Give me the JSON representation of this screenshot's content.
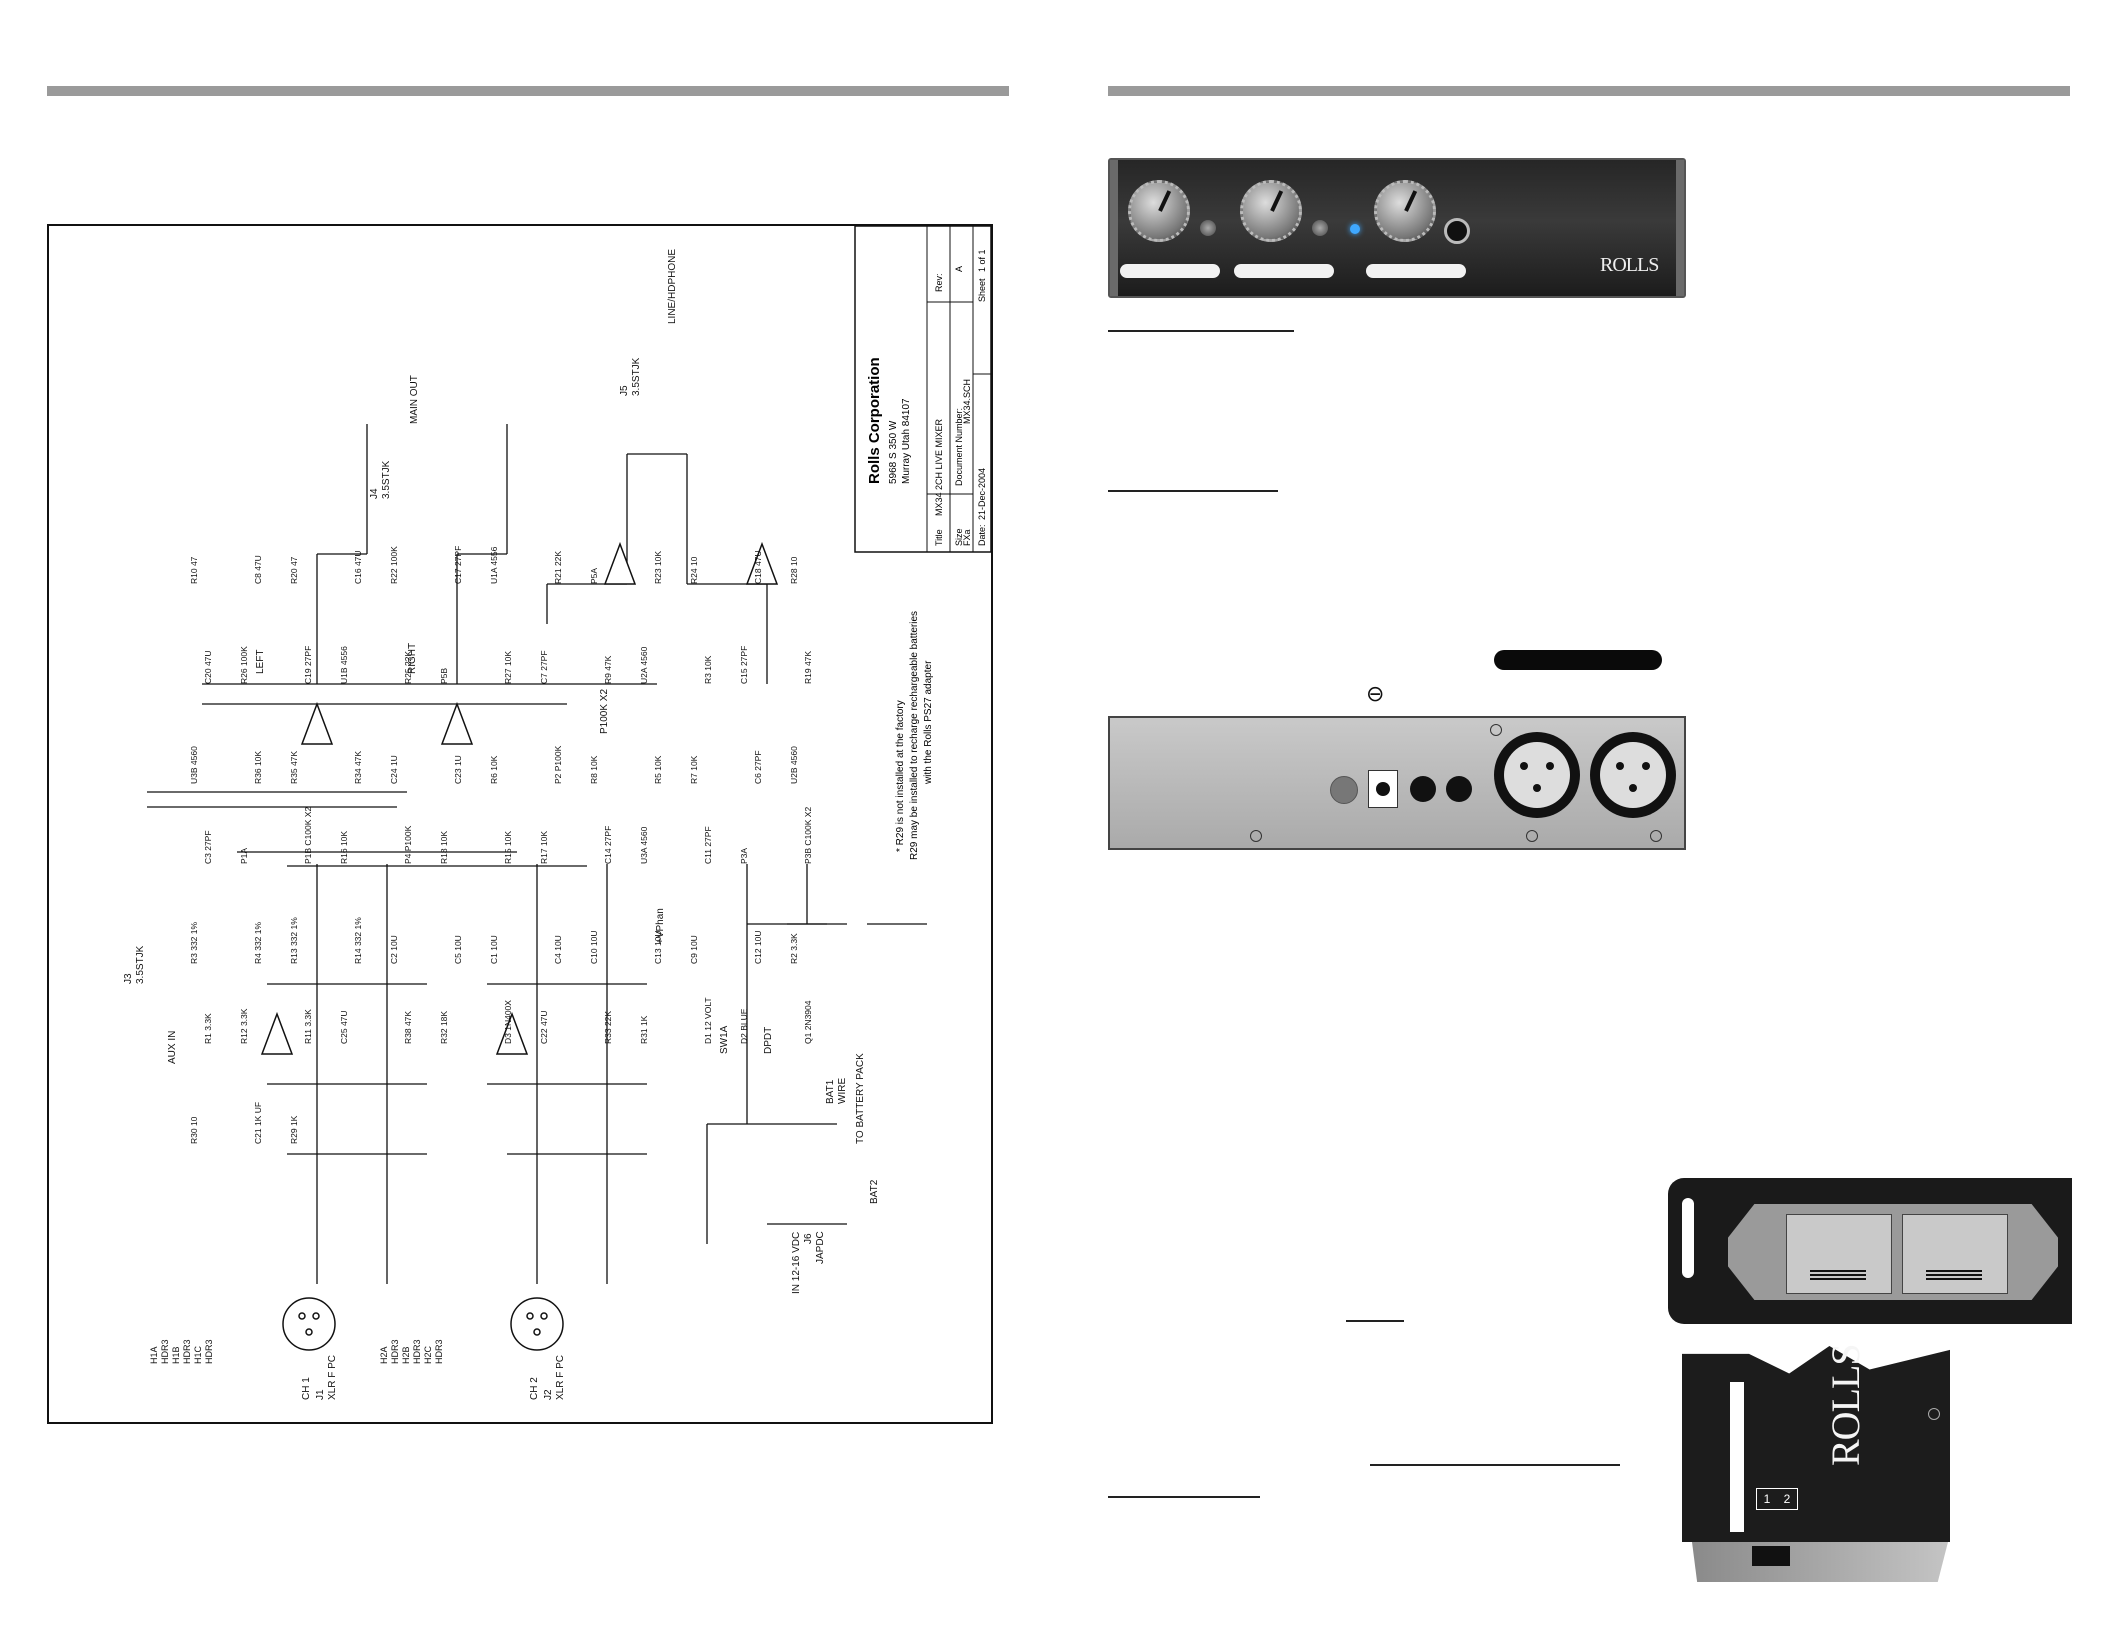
{
  "title_block": {
    "company": "Rolls Corporation",
    "address1": "5968 S 350 W",
    "address2": "Murray Utah  84107",
    "title_label": "Title",
    "title_value": "MX34 2CH LIVE MIXER",
    "size_label": "Size",
    "size_value": "FXa",
    "docnum_label": "Document Number:",
    "docnum_value": "MX34.SCH",
    "rev_label": "Rev:",
    "rev_value": "A",
    "date_label": "Date:",
    "date_value": "21-Dec-2004",
    "sheet_label": "Sheet",
    "sheet_value": "1  of  1"
  },
  "schematic_notes": {
    "note1": "*  R29 is not installed at the factory",
    "note2": "R29 may be installed to recharge rechargeable batteries",
    "note3": "with the Rolls PS27 adapter"
  },
  "connectors": {
    "main_out": "MAIN OUT",
    "j4": "J4",
    "j4_type": "3.5STJK",
    "line_hdphone": "LINE/HDPHONE",
    "j5": "J5",
    "j5_type": "3.5STJK",
    "aux_in": "AUX IN",
    "j3": "J3",
    "j3_type": "3.5STJK",
    "ch1": "CH 1",
    "j1": "J1",
    "j1_type": "XLR F PC",
    "ch2": "CH 2",
    "j2": "J2",
    "j2_type": "XLR F PC",
    "power_in": "IN 12-16 VDC",
    "j6": "J6",
    "japdc": "JAPDC",
    "battery": "TO BATTERY PACK",
    "bat1": "BAT1",
    "bat2": "BAT2",
    "wire": "WIRE",
    "sw": "SW1A",
    "dpdt": "DPDT",
    "hdr_ch1": [
      "H1A",
      "HDR3",
      "H1B",
      "HDR3",
      "H1C",
      "HDR3"
    ],
    "hdr_ch2": [
      "H2A",
      "HDR3",
      "H2B",
      "HDR3",
      "H2C",
      "HDR3"
    ],
    "vphan": "+VPhan",
    "left": "LEFT",
    "right": "RIGHT",
    "p100k": "P100K X2"
  },
  "parts": [
    "R10 47",
    "C8 47U",
    "R20 47",
    "C16 47U",
    "R22 100K",
    "C17 27PF",
    "U1A 4556",
    "R21 22K",
    "P5A",
    "R23 10K",
    "R24 10",
    "C18 47U",
    "R28 10",
    "C20 47U",
    "R26 100K",
    "C19 27PF",
    "U1B 4556",
    "R25 22K",
    "P5B",
    "R27 10K",
    "C7 27PF",
    "R9 47K",
    "U2A 4560",
    "R3 10K",
    "C15 27PF",
    "R19 47K",
    "U3B 4560",
    "R36 10K",
    "R35 47K",
    "R34 47K",
    "C24 1U",
    "C23 1U",
    "R6 10K",
    "P2 P100K",
    "R8 10K",
    "R5 10K",
    "R7 10K",
    "C6 27PF",
    "U2B 4560",
    "C3 27PF",
    "P1A",
    "P1B C100K X2",
    "R16 10K",
    "P4 P100K",
    "R18 10K",
    "R15 10K",
    "R17 10K",
    "C14 27PF",
    "U3A 4560",
    "C11 27PF",
    "P3A",
    "P3B C100K X2",
    "R3 332 1%",
    "R4 332 1%",
    "R13 332 1%",
    "R14 332 1%",
    "C2 10U",
    "C5 10U",
    "C1 10U",
    "C4 10U",
    "C10 10U",
    "C13 10U",
    "C9 10U",
    "C12 10U",
    "R2 3.3K",
    "R1 3.3K",
    "R12 3.3K",
    "R11 3.3K",
    "C25 47U",
    "R38 47K",
    "R32 18K",
    "D3 1N400X",
    "C22 47U",
    "R33 22K",
    "R31 1K",
    "D1 12 VOLT",
    "D2 BLUE",
    "Q1 2N3904",
    "R30 10",
    "C21 1K UF",
    "R29 1K"
  ],
  "front_panel": {
    "brand": "ROLLS"
  },
  "side_panel": {
    "brand": "ROLLS",
    "label_1": "1",
    "label_2": "2"
  }
}
